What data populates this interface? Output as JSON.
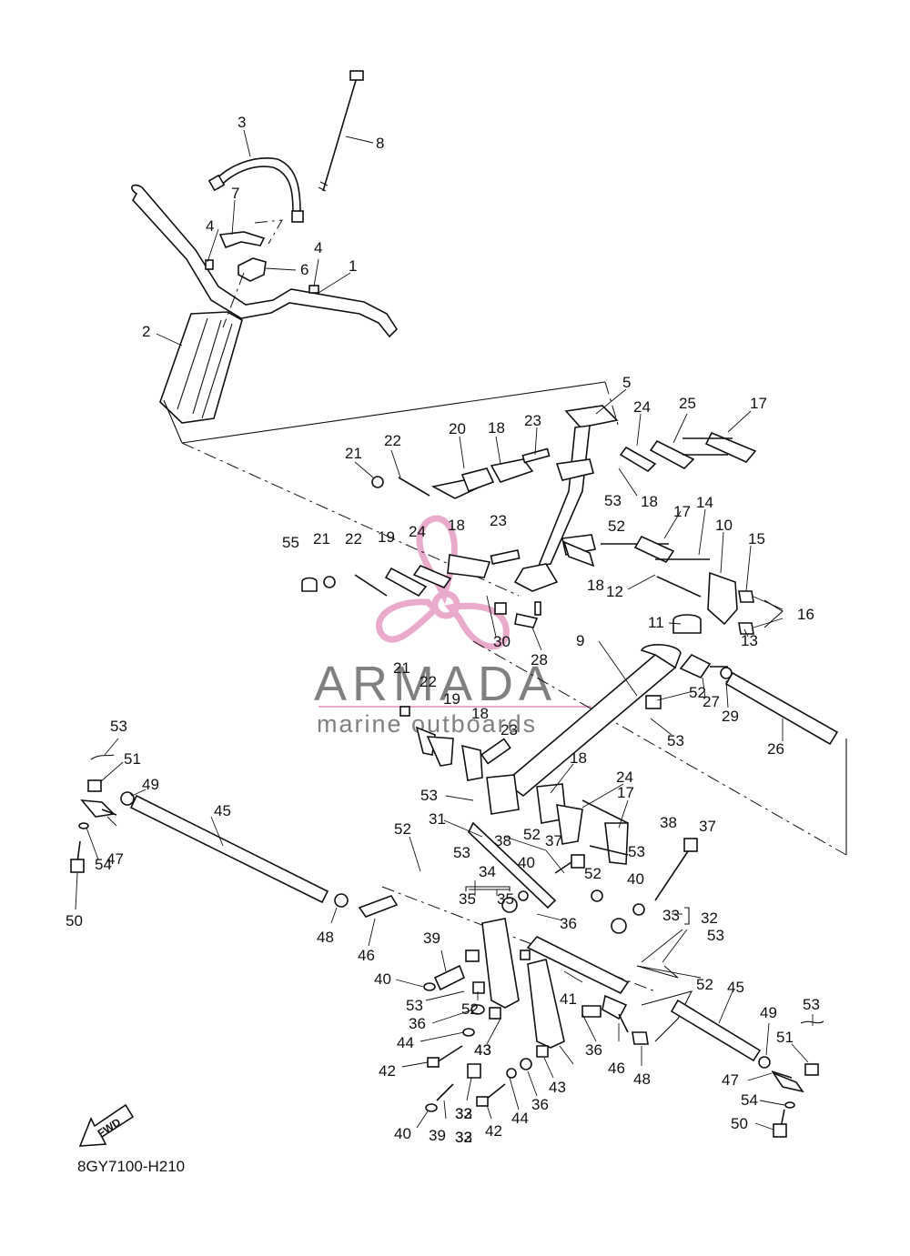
{
  "diagram": {
    "part_code": "8GY7100-H210",
    "watermark": {
      "title": "ARMADA",
      "subtitle": "marine outboards",
      "accent": "#e8a6c9",
      "text_color": "#7a7a7a"
    },
    "fwd_label": "FWD",
    "callouts": [
      "1",
      "2",
      "3",
      "4",
      "4",
      "5",
      "6",
      "7",
      "8",
      "9",
      "10",
      "11",
      "12",
      "13",
      "14",
      "15",
      "16",
      "17",
      "17",
      "17",
      "18",
      "18",
      "18",
      "18",
      "18",
      "18",
      "19",
      "19",
      "20",
      "21",
      "21",
      "21",
      "22",
      "22",
      "22",
      "23",
      "23",
      "23",
      "24",
      "24",
      "24",
      "25",
      "26",
      "27",
      "28",
      "29",
      "30",
      "31",
      "32",
      "32",
      "32",
      "33",
      "33",
      "33",
      "34",
      "35",
      "35",
      "36",
      "36",
      "36",
      "36",
      "37",
      "37",
      "38",
      "38",
      "39",
      "39",
      "40",
      "40",
      "40",
      "40",
      "41",
      "42",
      "42",
      "43",
      "43",
      "43",
      "44",
      "44",
      "45",
      "45",
      "46",
      "46",
      "47",
      "47",
      "48",
      "48",
      "49",
      "49",
      "50",
      "50",
      "51",
      "51",
      "52",
      "52",
      "52",
      "52",
      "52",
      "52",
      "52",
      "53",
      "53",
      "53",
      "53",
      "53",
      "53",
      "53",
      "53",
      "53",
      "54",
      "54",
      "55"
    ]
  }
}
